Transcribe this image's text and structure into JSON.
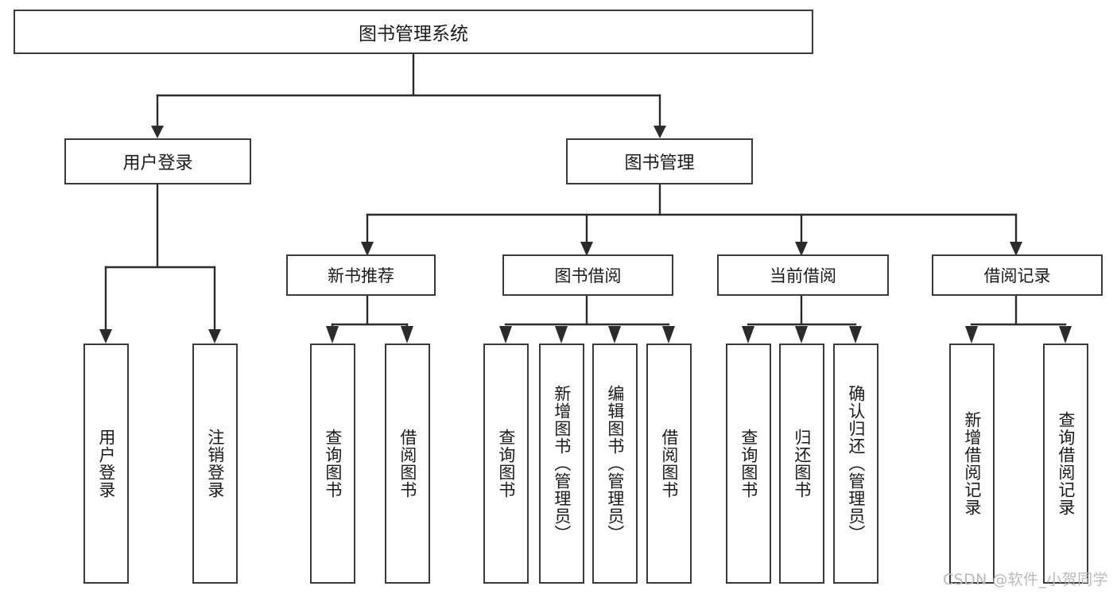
{
  "diagram": {
    "title": "图书管理系统",
    "type": "tree-hierarchy-chart",
    "watermark": "CSDN @软件_小贺同学",
    "root": {
      "id": "root",
      "label": "图书管理系统"
    },
    "level2": [
      {
        "id": "user-login",
        "label": "用户登录"
      },
      {
        "id": "book-manage",
        "label": "图书管理"
      }
    ],
    "level3": [
      {
        "id": "new-book-recommend",
        "label": "新书推荐"
      },
      {
        "id": "book-borrow",
        "label": "图书借阅"
      },
      {
        "id": "current-borrow",
        "label": "当前借阅"
      },
      {
        "id": "borrow-record",
        "label": "借阅记录"
      }
    ],
    "leaves": {
      "user_login": [
        {
          "id": "leaf-user-login",
          "label": "用户登录"
        },
        {
          "id": "leaf-user-logout",
          "label": "注销登录"
        }
      ],
      "new_book_recommend": [
        {
          "id": "leaf-query-book-1",
          "label": "查询图书"
        },
        {
          "id": "leaf-borrow-book-1",
          "label": "借阅图书"
        }
      ],
      "book_borrow": [
        {
          "id": "leaf-query-book-2",
          "label": "查询图书"
        },
        {
          "id": "leaf-add-book",
          "label": "新增图书（管理员）"
        },
        {
          "id": "leaf-edit-book",
          "label": "编辑图书（管理员）"
        },
        {
          "id": "leaf-borrow-book-2",
          "label": "借阅图书"
        }
      ],
      "current_borrow": [
        {
          "id": "leaf-query-book-3",
          "label": "查询图书"
        },
        {
          "id": "leaf-return-book",
          "label": "归还图书"
        },
        {
          "id": "leaf-confirm-return",
          "label": "确认归还（管理员）"
        }
      ],
      "borrow_record": [
        {
          "id": "leaf-add-record",
          "label": "新增借阅记录"
        },
        {
          "id": "leaf-query-record",
          "label": "查询借阅记录"
        }
      ]
    },
    "colors": {
      "background": "#ffffff",
      "box_border": "#3a3a3a",
      "connector": "#2b2b2b",
      "text": "#1a1a1a",
      "watermark": "#b9b9b9"
    }
  }
}
